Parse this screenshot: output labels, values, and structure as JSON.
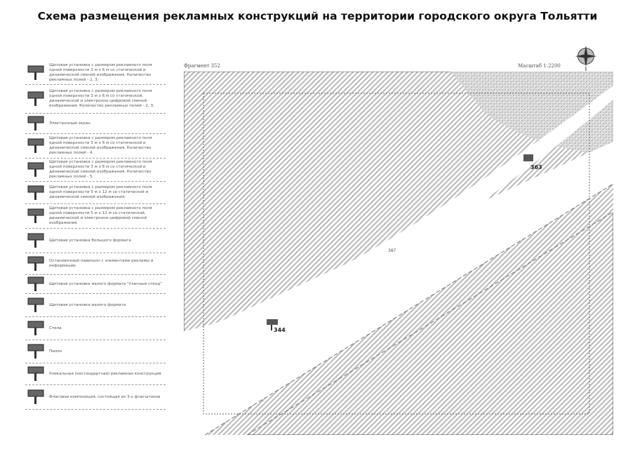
{
  "title": "Схема размещения рекламных конструкций на территории городского округа Тольятти",
  "fragment": "Фрагмент 352",
  "scale": "Масштаб 1:2200",
  "legend": [
    {
      "icon": "billboard-icon",
      "text": "Щитовая установка с размером рекламного поля одной поверхности 3 м х 6 м со статической и динамической сменой изображения. Количество рекламных полей - 2, 3."
    },
    {
      "icon": "billboard-digital-icon",
      "text": "Щитовая установка с размером рекламного поля одной поверхности 3 м х 6 м со статической, динамической и электронно-цифровой сменой изображения. Количество рекламных полей - 2, 3."
    },
    {
      "icon": "electronic-screen-icon",
      "text": "Электронный экран"
    },
    {
      "icon": "billboard-4-icon",
      "text": "Щитовая установка с размером рекламного поля одной поверхности 3 м х 6 м со статической и динамической сменой изображения. Количество рекламных полей - 4."
    },
    {
      "icon": "billboard-5-icon",
      "text": "Щитовая установка с размером рекламного поля одной поверхности 3 м х 6 м со статической и динамической сменой изображения. Количество рекламных полей - 5."
    },
    {
      "icon": "billboard-large-icon",
      "text": "Щитовая установка с размером рекламного поля одной поверхности 5 м х 12 м со статической и динамической сменой изображения."
    },
    {
      "icon": "billboard-large-digital-icon",
      "text": "Щитовая установка с размером рекламного поля одной поверхности 5 м х 12 м со статической, динамической и электронно-цифровой сменой изображения"
    },
    {
      "icon": "big-format-icon",
      "text": "Щитовая установка большого формата"
    },
    {
      "icon": "bus-stop-icon",
      "text": "Остановочный павильон с элементами рекламы и информации"
    },
    {
      "icon": "street-stand-icon",
      "text": "Щитовая установка малого формата \"Уличный стенд\""
    },
    {
      "icon": "small-format-icon",
      "text": "Щитовая установка малого формата"
    },
    {
      "icon": "stele-icon",
      "text": "Стела"
    },
    {
      "icon": "pylon-icon",
      "text": "Пилон"
    },
    {
      "icon": "unique-structure-icon",
      "text": "Уникальная (нестандартная) рекламная конструкция"
    },
    {
      "icon": "flag-composition-icon",
      "text": "Флаговая композиция, состоящая из 3-х флагштоков"
    }
  ],
  "markers": [
    {
      "label": "363"
    },
    {
      "label": "344"
    },
    {
      "label": "387"
    }
  ]
}
